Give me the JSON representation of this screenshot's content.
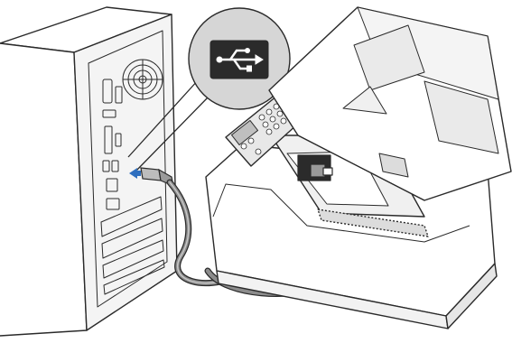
{
  "figure": {
    "parts": [
      {
        "id": "computer",
        "icon": "computer-tower-icon"
      },
      {
        "id": "usb-port-callout",
        "icon": "usb-symbol-icon"
      },
      {
        "id": "usb-cable",
        "icon": "usb-cable-icon"
      },
      {
        "id": "printer",
        "icon": "multifunction-printer-icon"
      }
    ],
    "colors": {
      "line": "#2a2a2a",
      "callout_fill": "#d6d6d6",
      "usb_badge": "#2b2b2b",
      "usb_symbol": "#ffffff",
      "cable": "#8c8c8c",
      "cable_highlight": "#c8c8c8",
      "port_arrow": "#2f6fbf",
      "panel_fill": "#e8e8e8"
    }
  }
}
